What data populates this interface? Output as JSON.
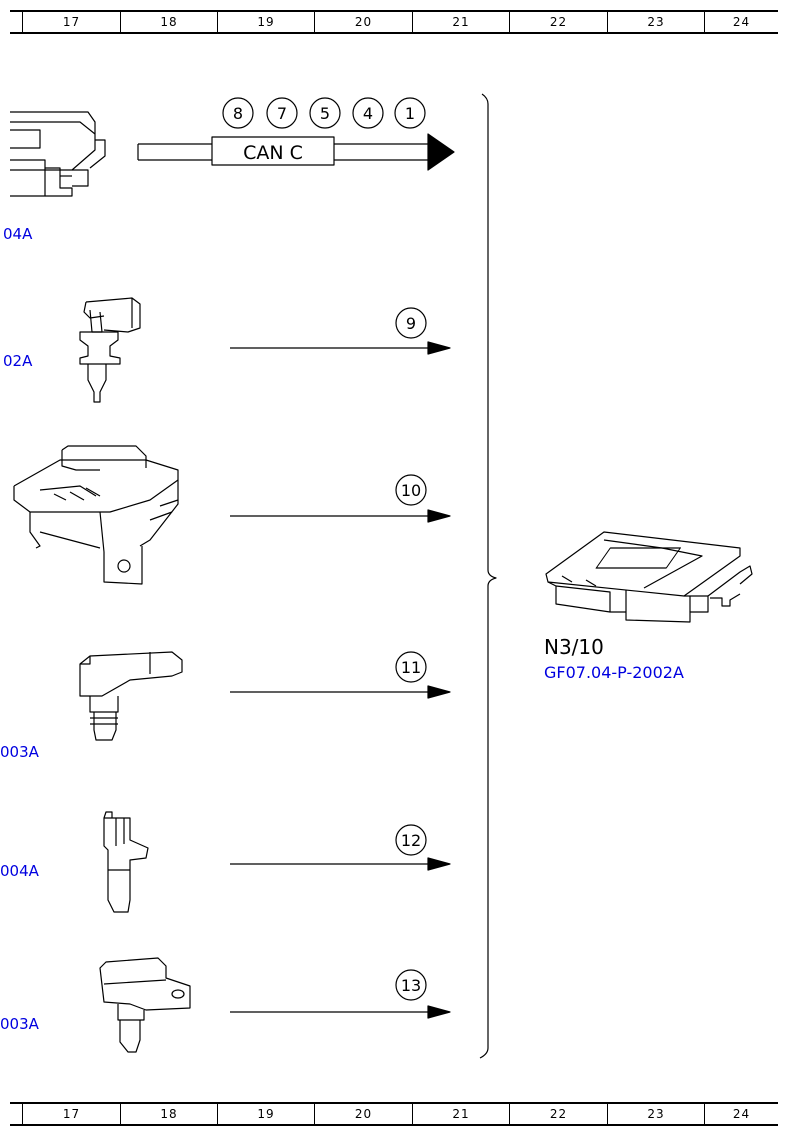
{
  "ruler": {
    "columns": [
      "17",
      "18",
      "19",
      "20",
      "21",
      "22",
      "23",
      "24"
    ]
  },
  "bus": {
    "label": "CAN C",
    "markers": [
      "8",
      "7",
      "5",
      "4",
      "1"
    ]
  },
  "signals": [
    {
      "marker": "9",
      "ref_fragment": "02A"
    },
    {
      "marker": "10",
      "ref_fragment": ""
    },
    {
      "marker": "11",
      "ref_fragment": "003A"
    },
    {
      "marker": "12",
      "ref_fragment": "004A"
    },
    {
      "marker": "13",
      "ref_fragment": "003A"
    }
  ],
  "top_component": {
    "ref_fragment": "04A"
  },
  "target": {
    "id": "N3/10",
    "ref": "GF07.04-P-2002A"
  },
  "colors": {
    "link": "#0000e0",
    "line": "#000000"
  },
  "icons": [
    "control-unit-icon",
    "temperature-sensor-icon",
    "actuator-module-icon",
    "pressure-sensor-icon",
    "speed-sensor-icon",
    "pressure-temperature-sensor-icon",
    "tcu-control-unit-icon"
  ]
}
